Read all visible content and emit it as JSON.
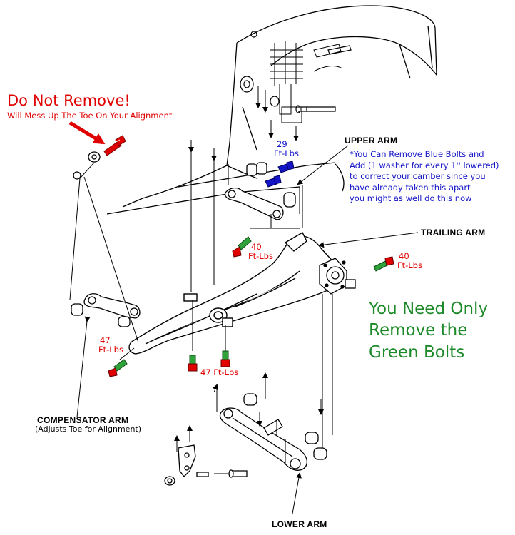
{
  "warning": {
    "title": "Do Not Remove!",
    "subtitle": "Will Mess Up The Toe On Your Alignment"
  },
  "parts": {
    "upper_arm": "UPPER ARM",
    "trailing_arm": "TRAILING ARM",
    "compensator_arm": "COMPENSATOR ARM",
    "compensator_note": "(Adjusts Toe for Alignment)",
    "lower_arm": "LOWER ARM"
  },
  "torques": {
    "upper_arm_bolts": {
      "value": "29",
      "unit": "Ft-Lbs"
    },
    "trailing_arm_front": {
      "value": "40",
      "unit": "Ft-Lbs"
    },
    "hub": {
      "value": "40",
      "unit": "Ft-Lbs"
    },
    "compensator": {
      "value": "47",
      "unit": "Ft-Lbs"
    },
    "bottom": {
      "label": "47 Ft-Lbs"
    }
  },
  "camber_note": [
    "*You Can Remove Blue Bolts and",
    "Add (1 washer for every 1'' lowered)",
    "to correct your camber since you",
    "have already taken this apart",
    "you might as well do this now"
  ],
  "green_note": [
    "You Need Only",
    "Remove the",
    "Green Bolts"
  ],
  "colors": {
    "warning": "#e00000",
    "blue_bolts": "#1515c8",
    "green_bolts": "#1d8a2a"
  }
}
